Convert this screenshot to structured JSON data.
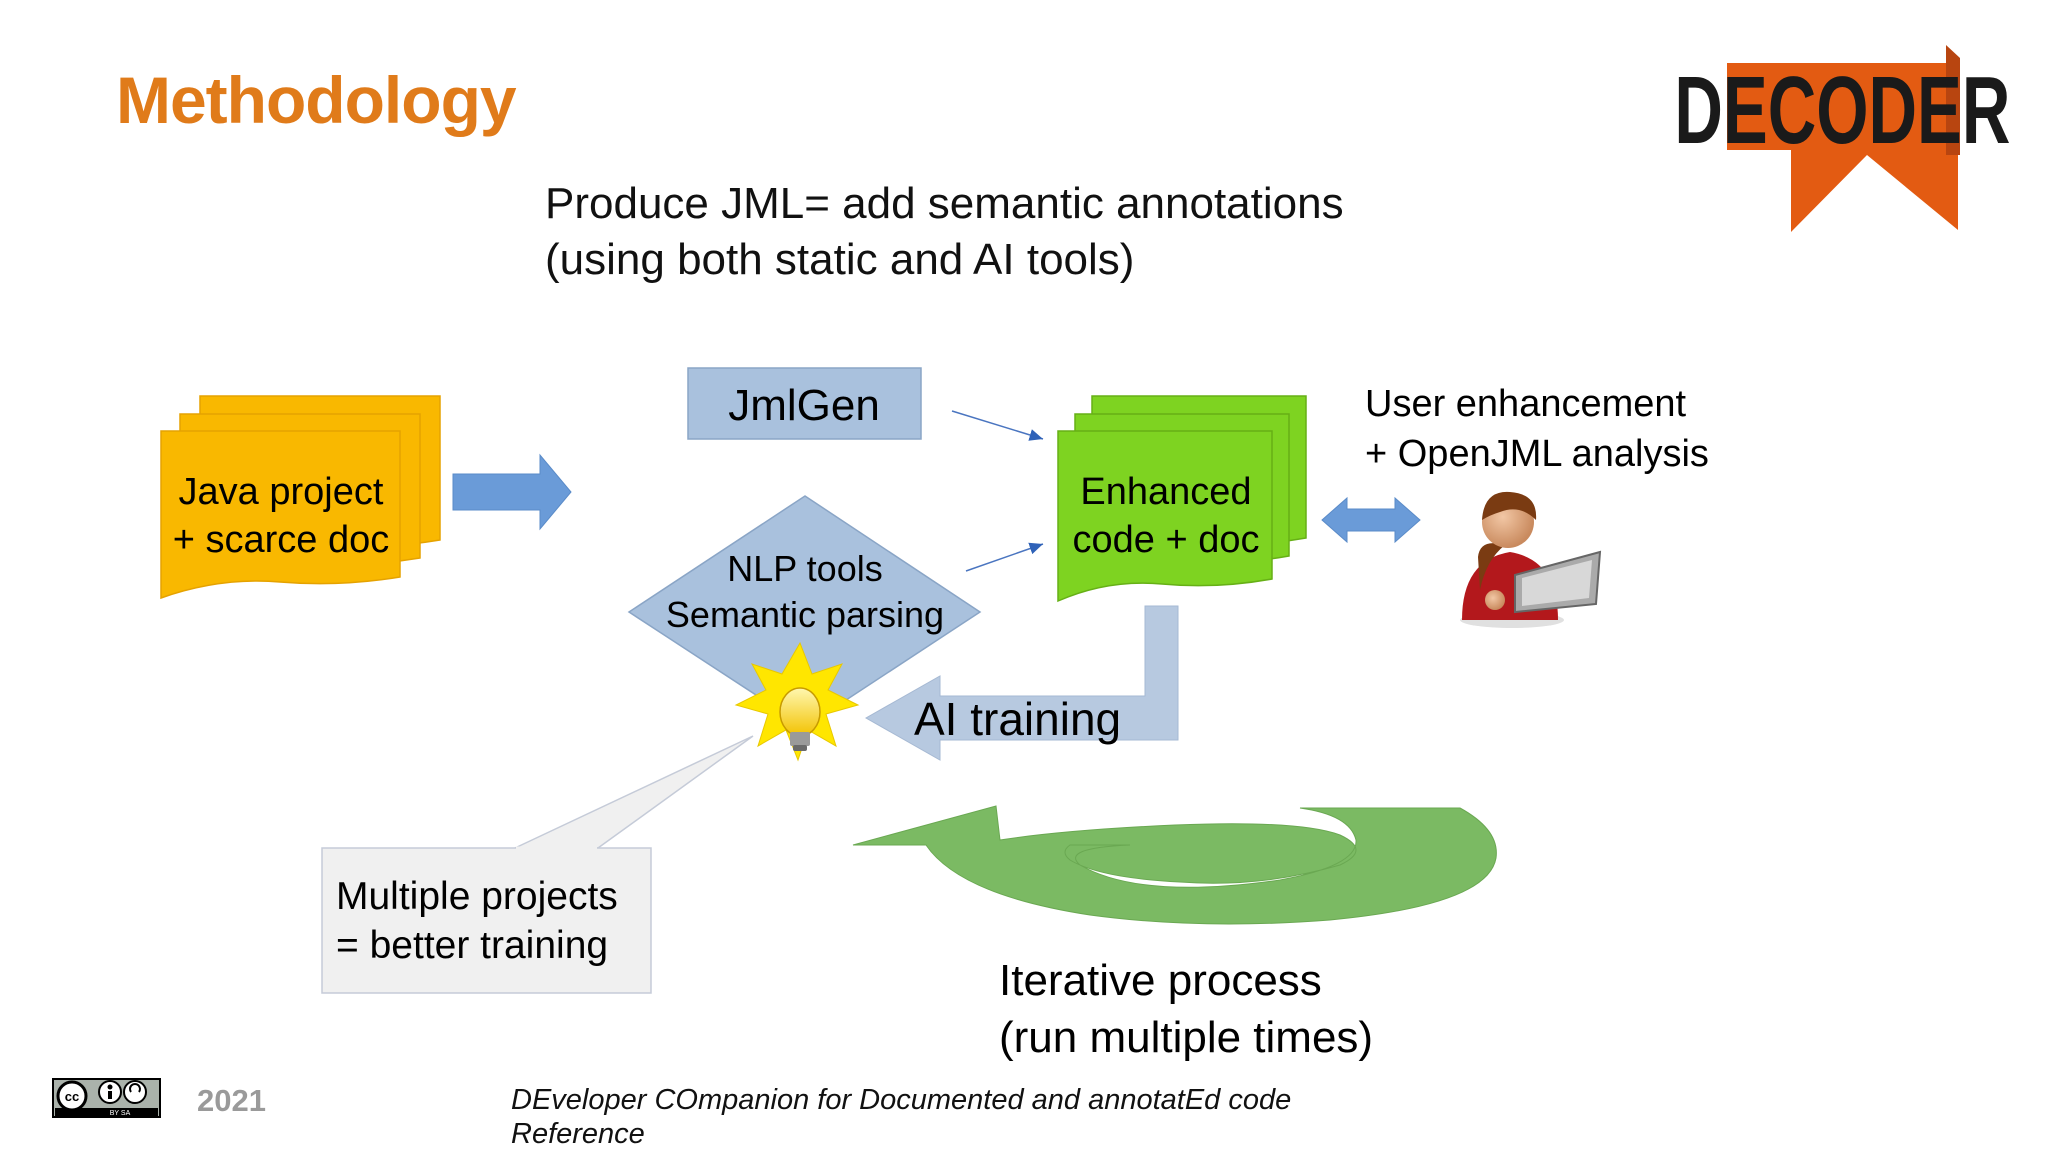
{
  "slide": {
    "title": "Methodology",
    "subtitle_line1": "Produce JML= add semantic annotations",
    "subtitle_line2": "(using both static and AI tools)"
  },
  "logo": {
    "text": "DECODER",
    "color": "#e35b12"
  },
  "nodes": {
    "java_project": {
      "line1": "Java project",
      "line2": "+ scarce doc",
      "color": "#f9b800"
    },
    "jmlgen": {
      "label": "JmlGen",
      "color": "#a9c1dd"
    },
    "nlp_tools": {
      "line1": "NLP tools",
      "line2": "Semantic parsing",
      "color": "#a9c1dd"
    },
    "enhanced": {
      "line1": "Enhanced",
      "line2": "code + doc",
      "color": "#7ed321"
    },
    "user": {
      "line1": "User enhancement",
      "line2": "+ OpenJML analysis"
    },
    "ai_training": {
      "label": "AI training"
    },
    "callout": {
      "line1": "Multiple projects",
      "line2": "= better training"
    },
    "iterative": {
      "line1": "Iterative process",
      "line2": "(run multiple times)",
      "color": "#7bba63"
    }
  },
  "footer": {
    "year": "2021",
    "text_line1": "DEveloper COmpanion for Documented and annotatEd code",
    "text_line2": "Reference",
    "license_icon": "cc-by-sa-icon",
    "license_text": "BY    SA"
  }
}
